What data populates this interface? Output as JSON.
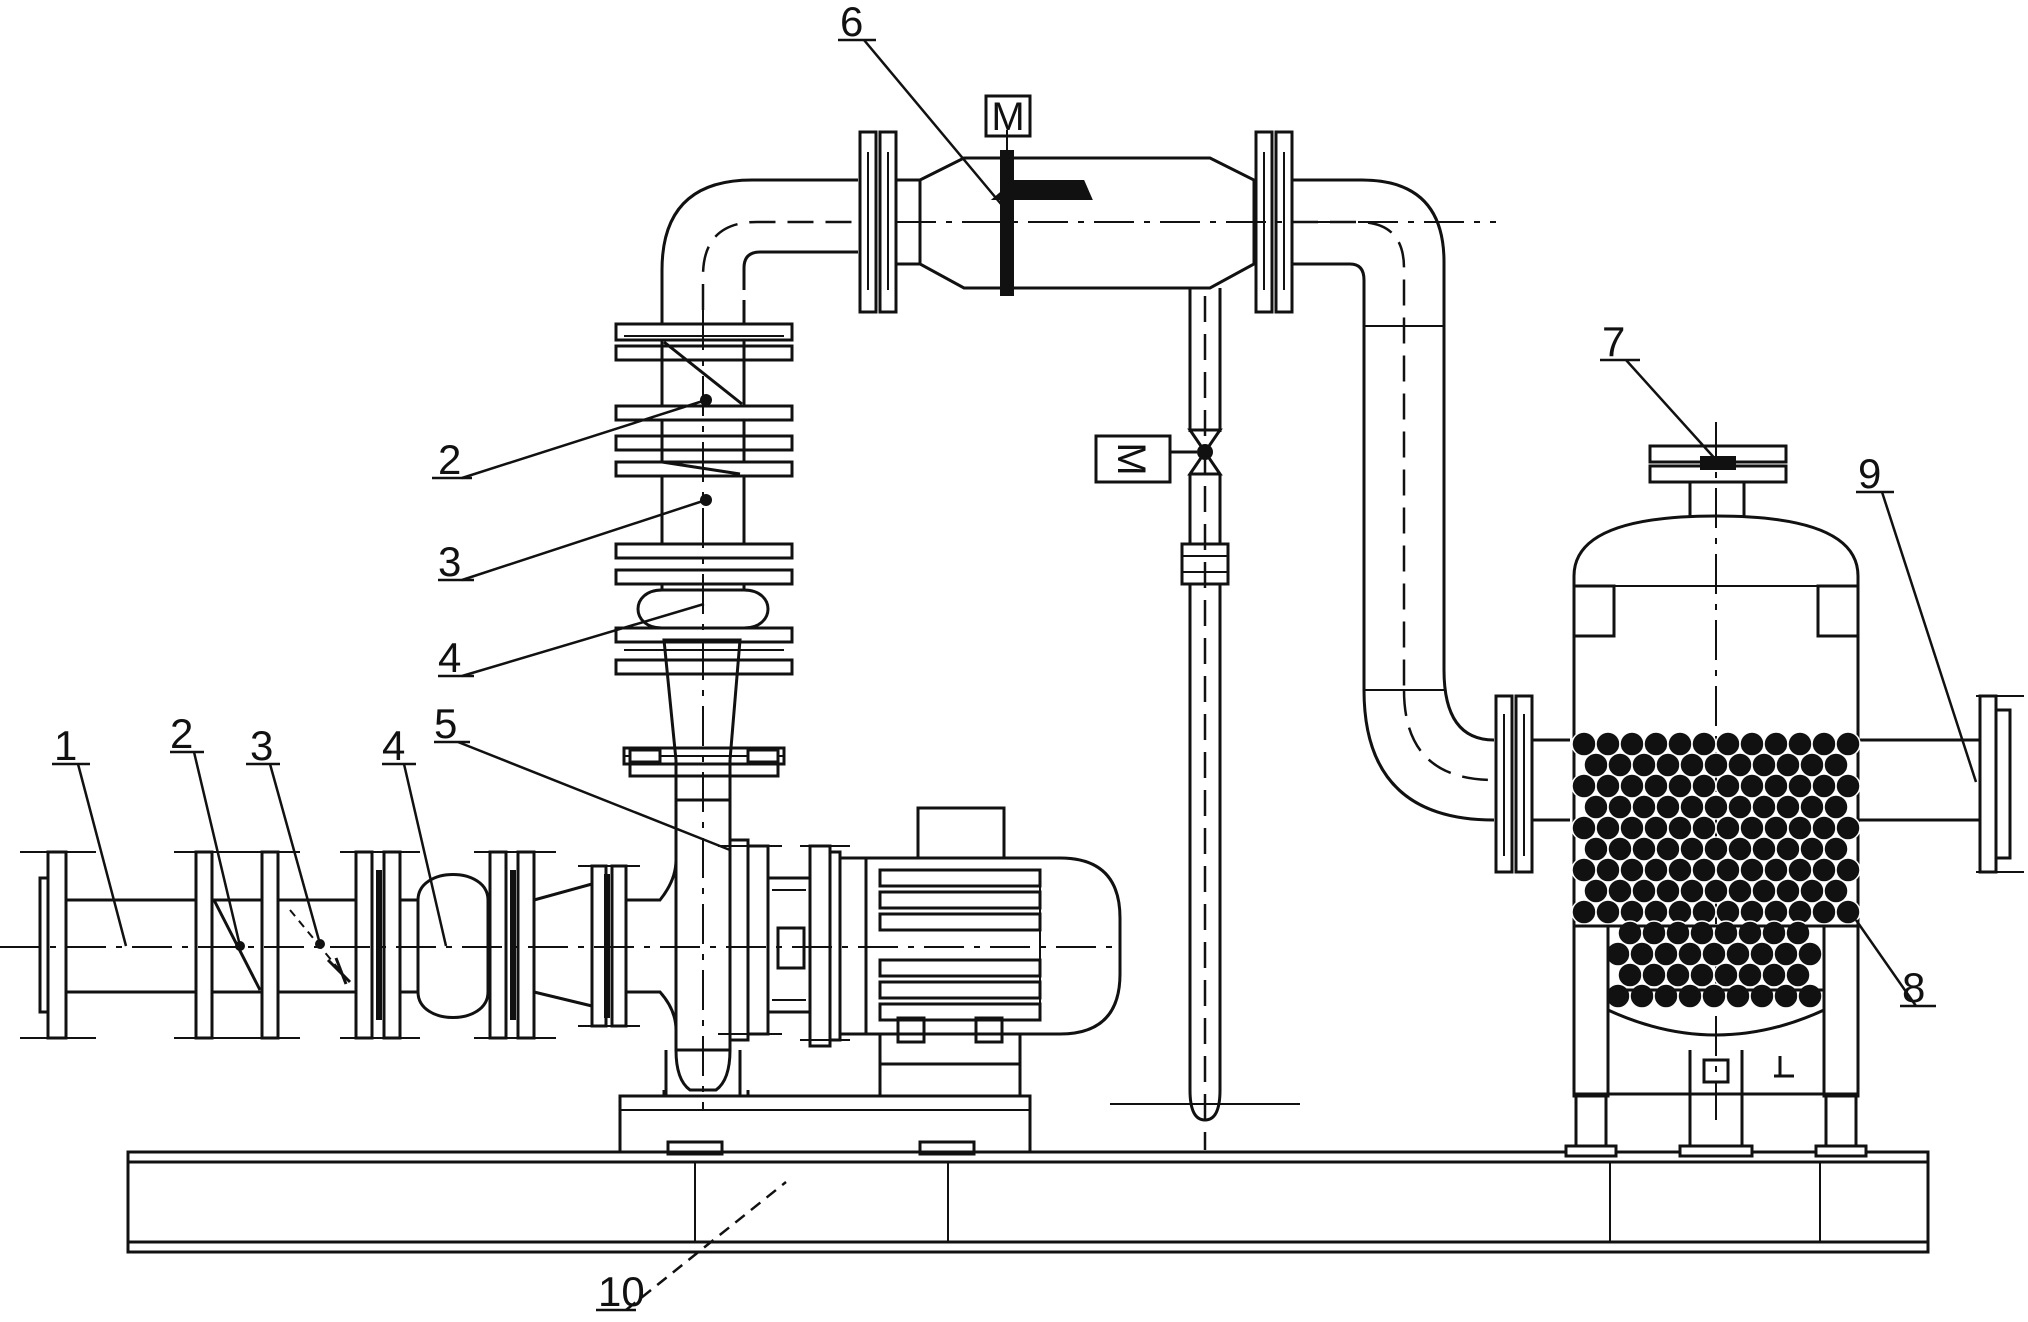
{
  "callouts": {
    "c1": "1",
    "c2a": "2",
    "c3a": "3",
    "c4a": "4",
    "c2b": "2",
    "c3b": "3",
    "c4b": "4",
    "c5": "5",
    "c6": "6",
    "c7": "7",
    "c8": "8",
    "c9": "9",
    "c10": "10"
  },
  "motor_labels": {
    "top_valve": "M",
    "side_valve": "M"
  }
}
